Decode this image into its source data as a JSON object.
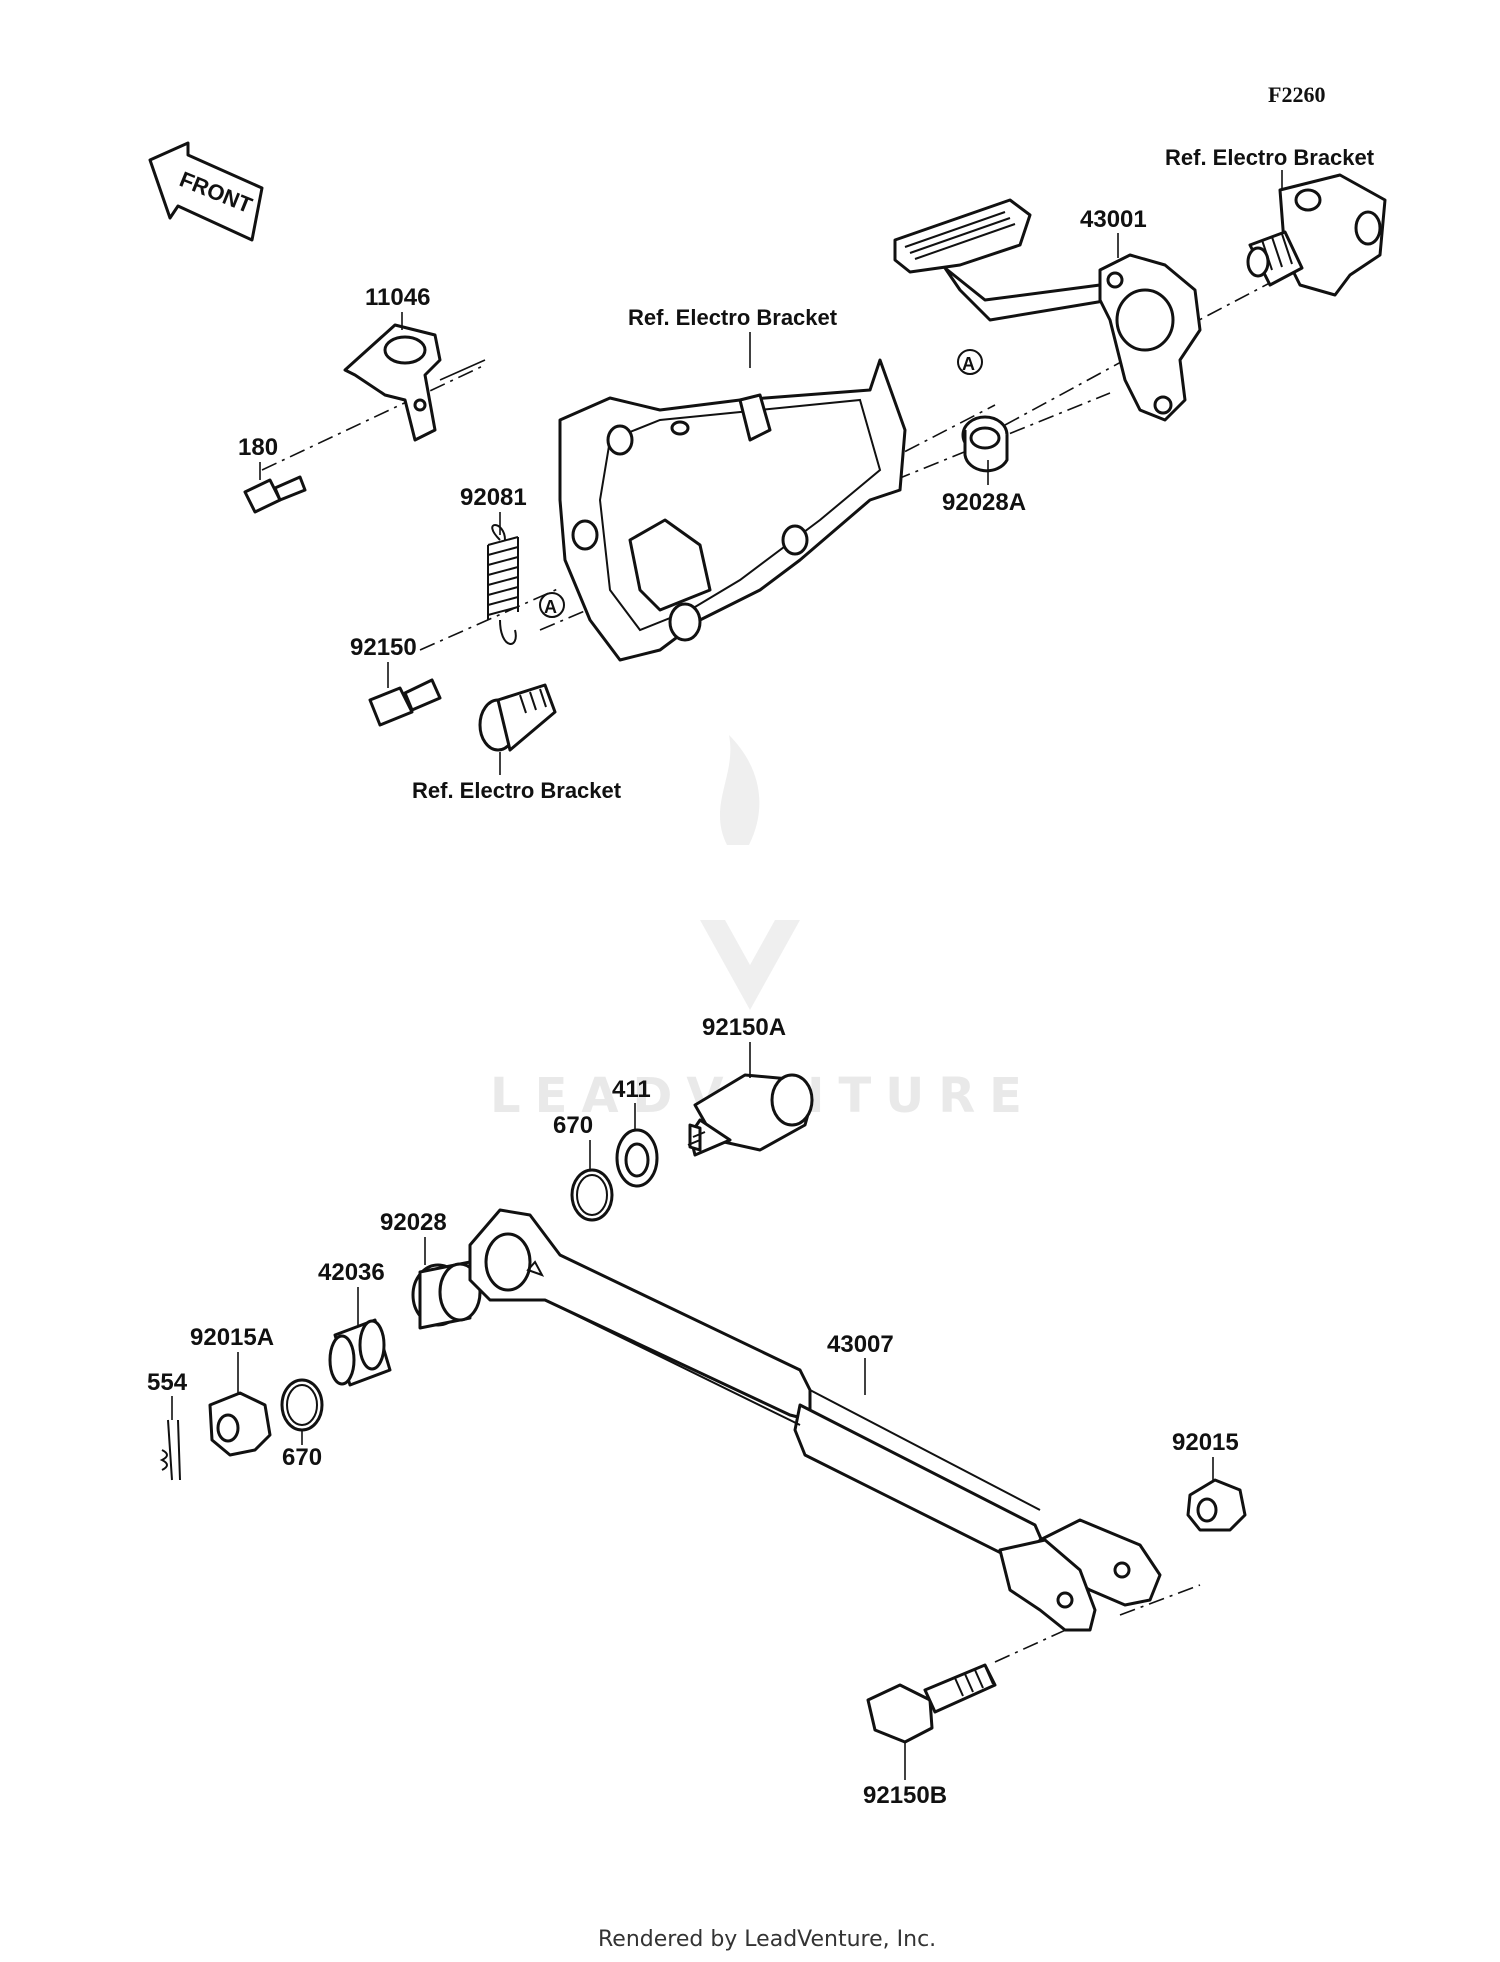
{
  "diagram": {
    "code": "F2260",
    "front_label": "FRONT",
    "ref_labels": {
      "ref_top_right": "Ref. Electro Bracket",
      "ref_top_center": "Ref. Electro Bracket",
      "ref_bottom_left": "Ref. Electro Bracket"
    },
    "callout_A": "A",
    "parts": {
      "p43001": "43001",
      "p11046": "11046",
      "p180": "180",
      "p92081": "92081",
      "p92028A": "92028A",
      "p92150": "92150",
      "p92150A": "92150A",
      "p411": "411",
      "p670a": "670",
      "p92028": "92028",
      "p42036": "42036",
      "p92015A": "92015A",
      "p554": "554",
      "p670b": "670",
      "p43007": "43007",
      "p92015": "92015",
      "p92150B": "92150B"
    },
    "watermark": "LEADVENTURE"
  },
  "footer": {
    "rendered_by": "Rendered by LeadVenture, Inc."
  }
}
